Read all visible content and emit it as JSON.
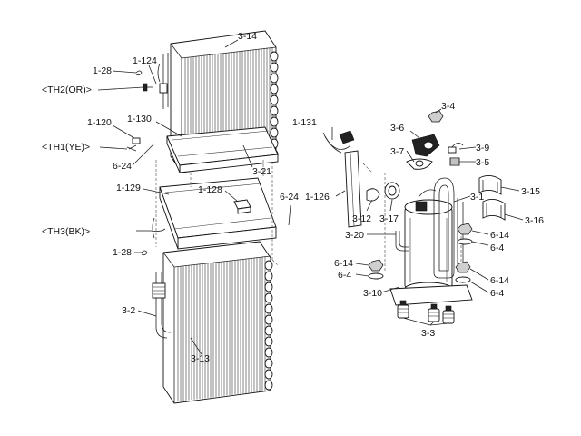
{
  "labels": {
    "l_3_14": "3-14",
    "l_1_124": "1-124",
    "l_1_28_top": "1-28",
    "l_th2": "<TH2(OR)>",
    "l_1_120": "1-120",
    "l_1_130": "1-130",
    "l_th1": "<TH1(YE)>",
    "l_6_24_left": "6-24",
    "l_3_21": "3-21",
    "l_1_129": "1-129",
    "l_1_128": "1-128",
    "l_6_24_mid": "6-24",
    "l_th3": "<TH3(BK)>",
    "l_1_28_bot": "1-28",
    "l_3_2": "3-2",
    "l_3_13": "3-13",
    "l_1_131": "1-131",
    "l_1_126": "1-126",
    "l_3_4": "3-4",
    "l_3_6": "3-6",
    "l_3_9": "3-9",
    "l_3_7": "3-7",
    "l_3_5": "3-5",
    "l_3_15": "3-15",
    "l_3_1": "3-1",
    "l_3_12": "3-12",
    "l_3_17": "3-17",
    "l_3_16": "3-16",
    "l_3_20": "3-20",
    "l_6_14_right1": "6-14",
    "l_6_4_right1": "6-4",
    "l_6_14_left": "6-14",
    "l_6_4_left": "6-4",
    "l_6_14_right2": "6-14",
    "l_6_4_right2": "6-4",
    "l_3_10": "3-10",
    "l_3_3": "3-3"
  }
}
